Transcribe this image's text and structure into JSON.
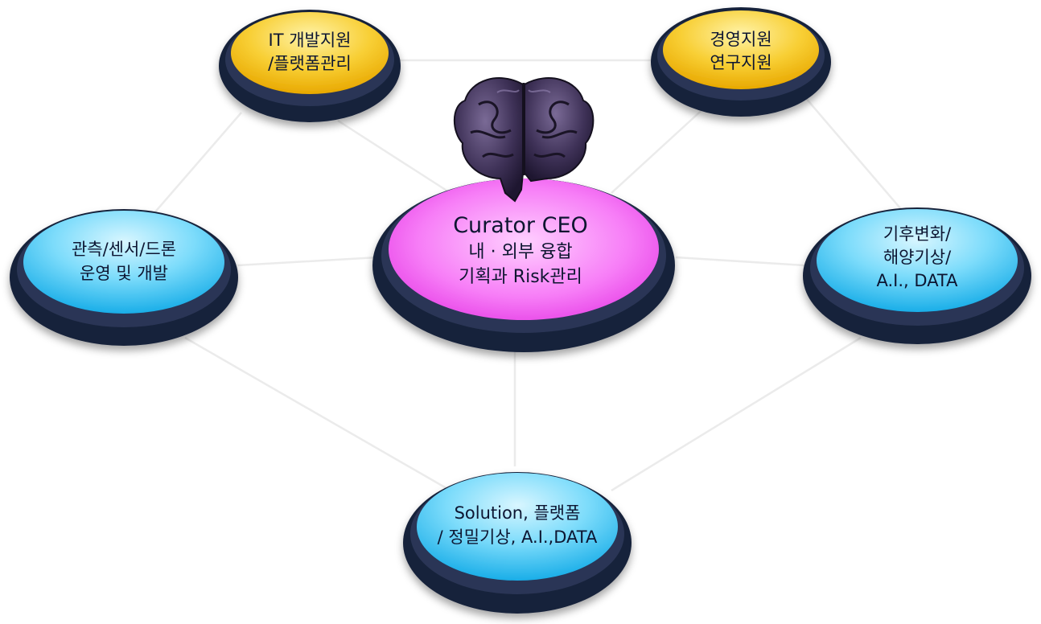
{
  "center": {
    "lines": [
      "Curator CEO",
      "내 · 외부 융합",
      "기획과 Risk관리"
    ],
    "color": "#ee55ee"
  },
  "nodes": [
    {
      "id": "it",
      "lines": [
        "IT 개발지원",
        "/플랫폼관리"
      ],
      "color": "#f5c21b"
    },
    {
      "id": "management",
      "lines": [
        "경영지원",
        "연구지원"
      ],
      "color": "#f5c21b"
    },
    {
      "id": "sensor",
      "lines": [
        "관측/센서/드론",
        "운영 및 개발"
      ],
      "color": "#2ec3ef"
    },
    {
      "id": "climate",
      "lines": [
        "기후변화/",
        "해양기상/",
        "A.I., DATA"
      ],
      "color": "#2ec3ef"
    },
    {
      "id": "solution",
      "lines": [
        "Solution, 플랫폼",
        "/ 정밀기상, A.I.,DATA"
      ],
      "color": "#2ec3ef"
    }
  ],
  "icons": {
    "center_top": "brain-icon"
  }
}
